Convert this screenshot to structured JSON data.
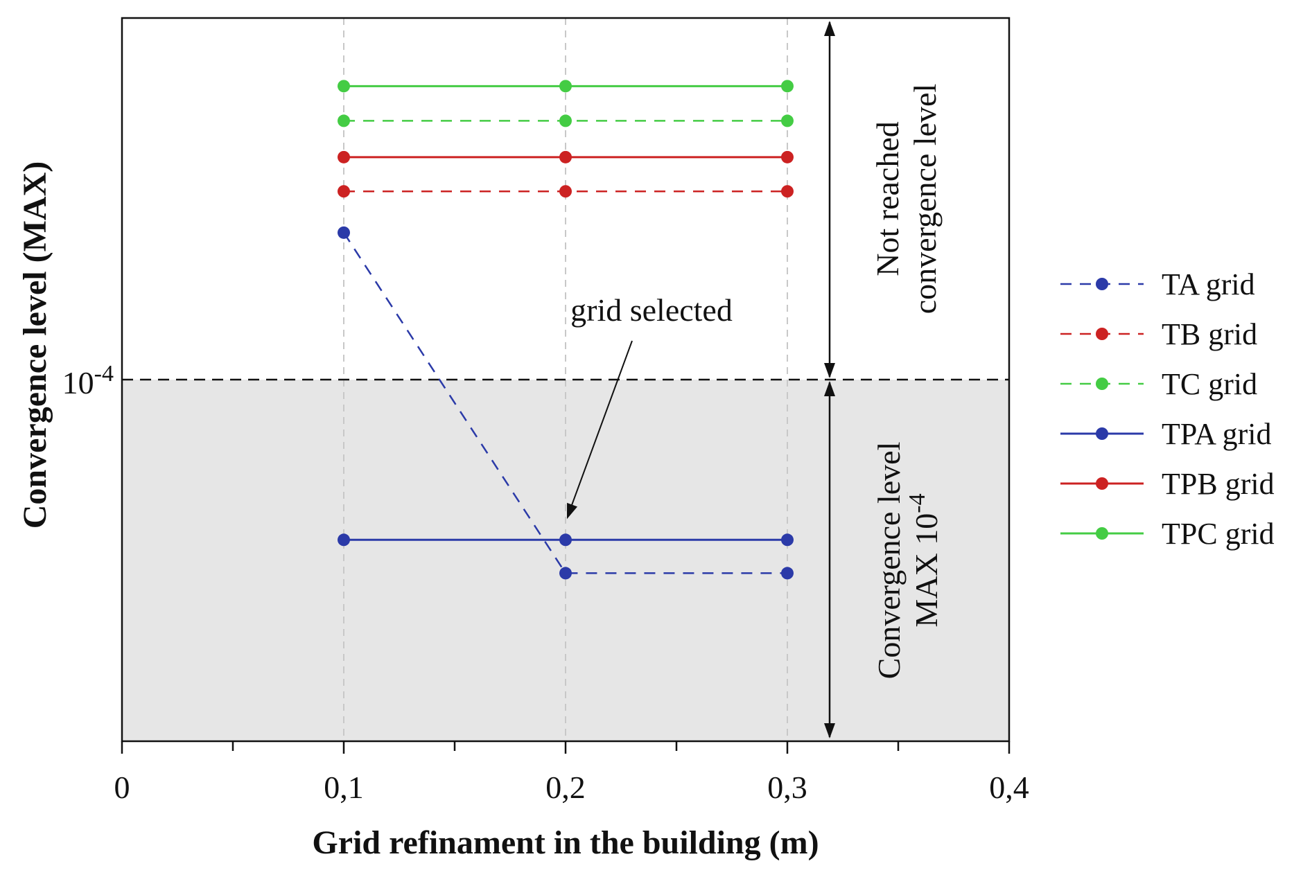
{
  "chart_data": {
    "type": "line",
    "xlabel": "Grid refinament in the building (m)",
    "ylabel": "Convergence level (MAX)",
    "xlim": [
      0,
      0.4
    ],
    "x_ticks": [
      "0",
      "0,1",
      "0,2",
      "0,3",
      "0,4"
    ],
    "y_scale": "log",
    "y_ticks": [
      {
        "value": 0.0001,
        "base": "10",
        "exponent": "-4"
      }
    ],
    "ylim": [
      1e-06,
      0.01
    ],
    "grid": "vertical dashed at x ticks",
    "threshold": {
      "value": 0.0001,
      "style": "dashed"
    },
    "legend_position": "right",
    "x": [
      0.1,
      0.2,
      0.3
    ],
    "series": [
      {
        "name": "TA grid",
        "color": "#2b3aa8",
        "dashed": true,
        "values": [
          0.00065,
          8.5e-06,
          8.5e-06
        ]
      },
      {
        "name": "TB grid",
        "color": "#cc2222",
        "dashed": true,
        "values": [
          0.0011,
          0.0011,
          0.0011
        ]
      },
      {
        "name": "TC grid",
        "color": "#44cc44",
        "dashed": true,
        "values": [
          0.0027,
          0.0027,
          0.0027
        ]
      },
      {
        "name": "TPA grid",
        "color": "#2b3aa8",
        "dashed": false,
        "values": [
          1.3e-05,
          1.3e-05,
          1.3e-05
        ]
      },
      {
        "name": "TPB grid",
        "color": "#cc2222",
        "dashed": false,
        "values": [
          0.0017,
          0.0017,
          0.0017
        ]
      },
      {
        "name": "TPC grid",
        "color": "#44cc44",
        "dashed": false,
        "values": [
          0.0042,
          0.0042,
          0.0042
        ]
      }
    ],
    "annotations": {
      "grid_selected": "grid selected",
      "not_reached_line1": "Not reached",
      "not_reached_line2": "convergence level",
      "region_line1": "Convergence level",
      "region_line2_prefix": "MAX 10",
      "region_line2_exp": "-4"
    },
    "colors": {
      "shaded_region": "#e6e6e6",
      "axes": "#111111",
      "grid": "#c8c8c8"
    }
  }
}
